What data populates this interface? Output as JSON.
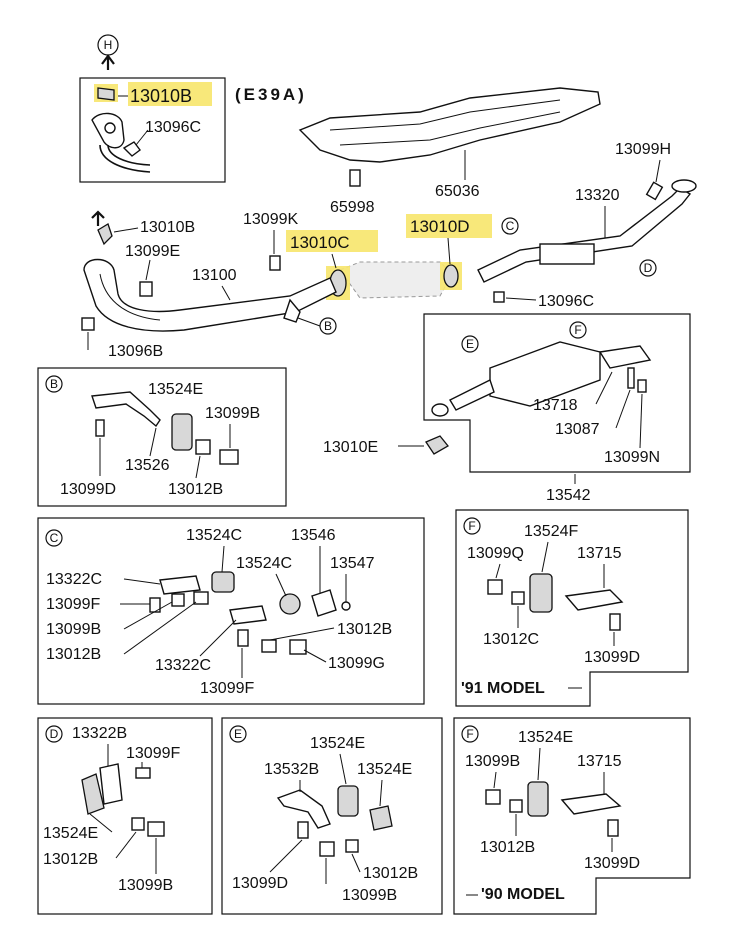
{
  "header": {
    "arrow_letter": "H",
    "model_code": "(E39A)"
  },
  "parts": {
    "p13010B_top": "13010B",
    "p13096C_top": "13096C",
    "p65036": "65036",
    "p65998": "65998",
    "p13099H": "13099H",
    "p13320": "13320",
    "p13010B_mid": "13010B",
    "p13099E": "13099E",
    "p13099K": "13099K",
    "p13010C": "13010C",
    "p13010D": "13010D",
    "p13100": "13100",
    "p13096C_mid": "13096C",
    "p13096B": "13096B",
    "p13718": "13718",
    "p13087": "13087",
    "p13099N": "13099N",
    "p13010E": "13010E",
    "p13542": "13542"
  },
  "callouts": {
    "B": "B",
    "C": "C",
    "D": "D",
    "E": "E",
    "F": "F"
  },
  "panel_b": {
    "letter": "B",
    "labels": [
      "13524E",
      "13099B",
      "13526",
      "13099D",
      "13012B"
    ]
  },
  "panel_c": {
    "letter": "C",
    "labels": [
      "13524C",
      "13546",
      "13524C",
      "13547",
      "13322C",
      "13099F",
      "13099B",
      "13012B",
      "13012B",
      "13322C",
      "13099G",
      "13099F"
    ]
  },
  "panel_f91": {
    "letter": "F",
    "labels": [
      "13524F",
      "13099Q",
      "13715",
      "13012C",
      "13099D"
    ],
    "model": "'91 MODEL"
  },
  "panel_d": {
    "letter": "D",
    "labels": [
      "13322B",
      "13099F",
      "13524E",
      "13012B",
      "13099B"
    ]
  },
  "panel_e": {
    "letter": "E",
    "labels": [
      "13524E",
      "13532B",
      "13524E",
      "13012B",
      "13099D",
      "13099B"
    ]
  },
  "panel_f90": {
    "letter": "F",
    "labels": [
      "13524E",
      "13099B",
      "13715",
      "13012B",
      "13099D"
    ],
    "model": "'90 MODEL"
  },
  "highlight_color": "#f7e66b"
}
